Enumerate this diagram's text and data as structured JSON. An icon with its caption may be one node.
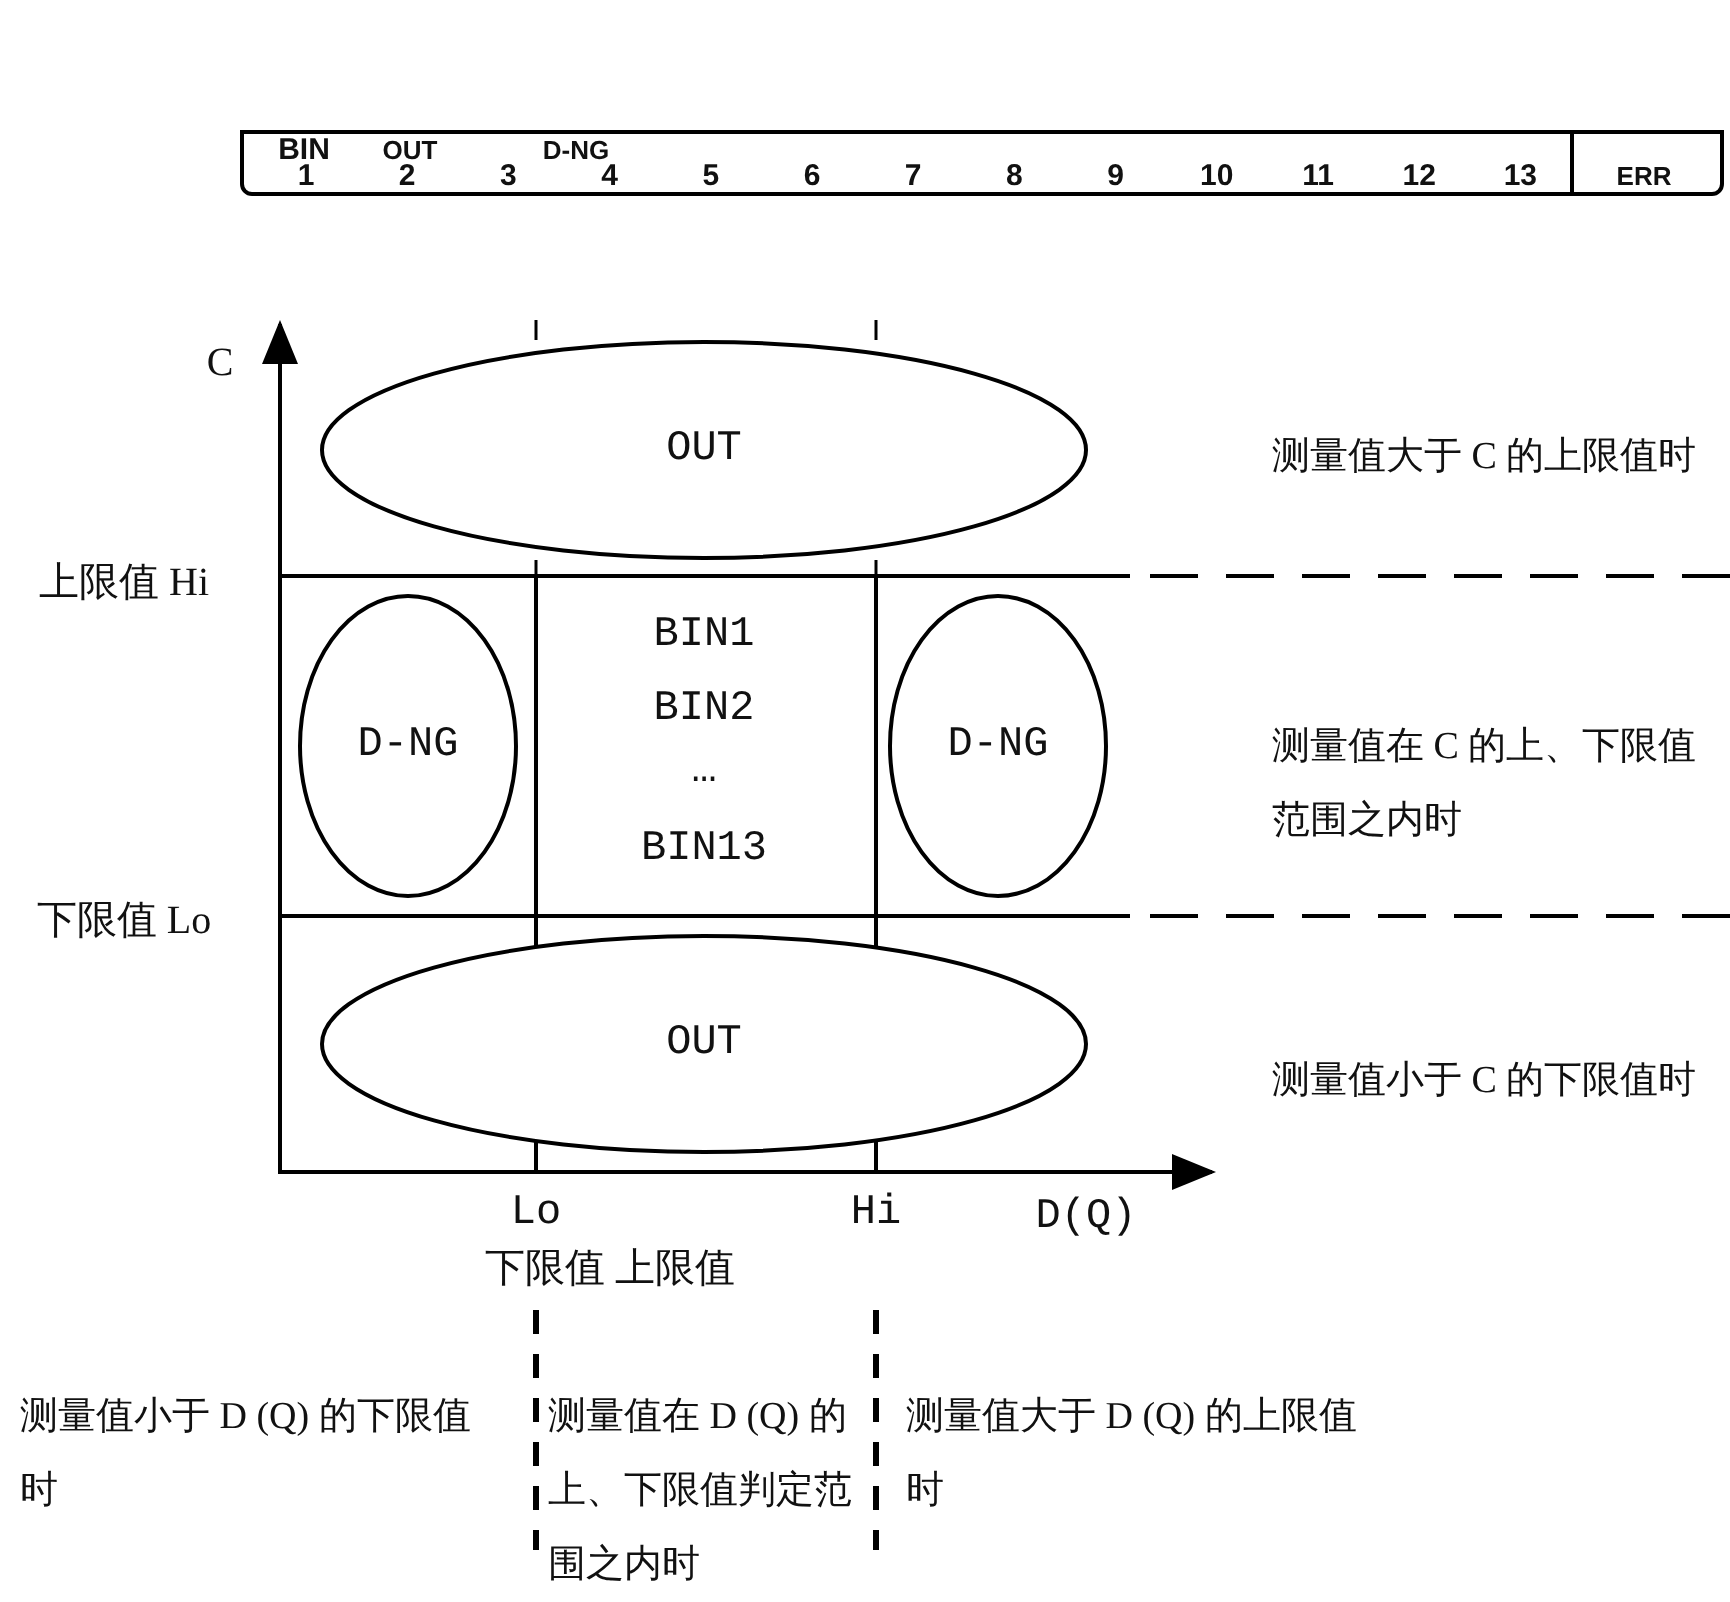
{
  "diagram": {
    "nodes": [
      {
        "text": [
          "OUT"
        ]
      },
      {
        "text": [
          "D-NG"
        ]
      },
      {
        "text": [
          "D-NG"
        ]
      },
      {
        "text": [
          "OUT"
        ]
      }
    ],
    "labels": [
      "BIN",
      "OUT",
      "D-NG",
      "1",
      "2",
      "3",
      "4",
      "5",
      "6",
      "7",
      "8",
      "9",
      "10",
      "11",
      "12",
      "13",
      "ERR",
      "C",
      "测量值大于 C 的上限值时",
      "上限值 Hi",
      "BIN1",
      "BIN2",
      "…",
      "测量值在 C 的上、下限值范围之内时",
      "BIN13",
      "下限值 Lo",
      "测量值小于 C 的下限值时",
      "Lo",
      "Hi",
      "D(Q)",
      "下限值 上限值",
      "测量值小于 D (Q) 的下限值时",
      "测量值在 D (Q) 的上、下限值判定范围之内时",
      "测量值大于 D (Q) 的上限值时"
    ]
  }
}
